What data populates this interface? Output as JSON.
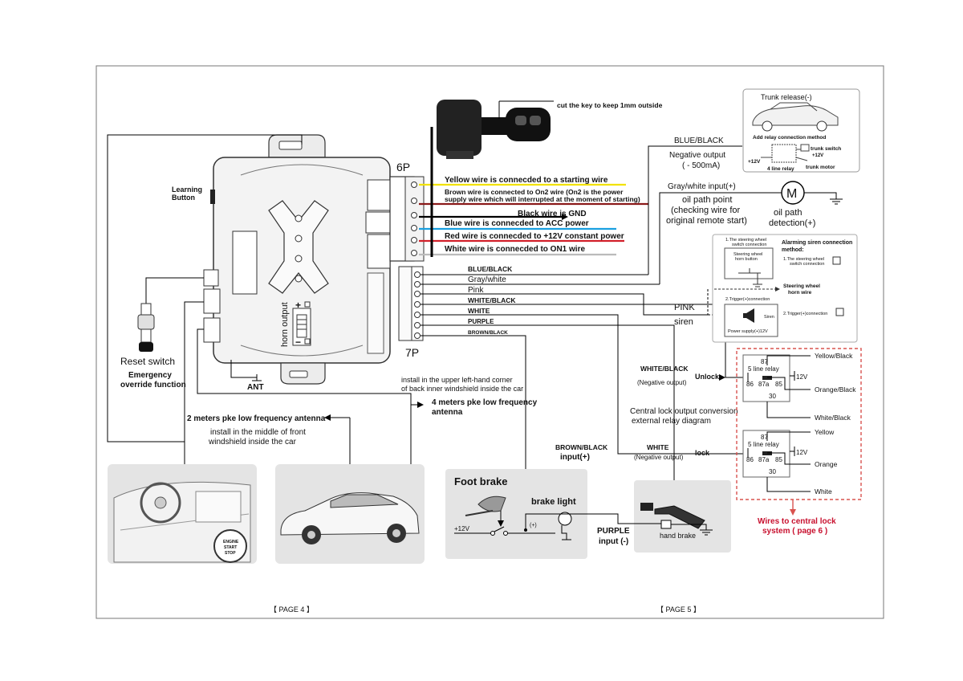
{
  "colors": {
    "yellow": "#f2e200",
    "brown": "#8b1a1a",
    "black": "#000000",
    "blue": "#1aa0e0",
    "red": "#d2202a",
    "white_wire": "#bbbbbb",
    "dashed_box": "#d9534f",
    "red_text": "#c8102e",
    "panel_bg": "#e4e4e4"
  },
  "top": {
    "key_note": "cut the key  to keep 1mm outside"
  },
  "main_unit": {
    "learning_button": [
      "Learning",
      "Button"
    ],
    "horn_output": "horn output",
    "plus": "+",
    "minus": "−",
    "ant": "ANT"
  },
  "reset": {
    "label": "Reset switch",
    "emergency": [
      "Emergency",
      "override function"
    ]
  },
  "connector_6p": {
    "label": "6P",
    "wires": [
      {
        "text": "Yellow wire is connecded to a starting wire",
        "bold": true
      },
      {
        "text": "Brown wire is connected to On2 wire (On2 is the power",
        "text2": "supply wire which will interrupted at the moment of starting)",
        "bold": true
      },
      {
        "text": "Black wire is GND",
        "bold": true
      },
      {
        "text": "Blue wire is connecded to ACC power",
        "bold": true
      },
      {
        "text": "Red wire is connecded to +12V constant power",
        "bold": true
      },
      {
        "text": "White wire is connecded to ON1 wire",
        "bold": true
      }
    ]
  },
  "connector_7p": {
    "label": "7P",
    "wires": [
      "BLUE/BLACK",
      "Gray/white",
      "Pink",
      "WHITE/BLACK",
      "WHITE",
      "PURPLE",
      "BROWN/BLACK"
    ]
  },
  "trunk": {
    "title": "Trunk release(-)",
    "relay_method": "Add relay connection method",
    "switch": "trunk switch",
    "plus12": "+12V",
    "v12": "+12V",
    "relay4": "4 line relay",
    "motor": "trunk motor"
  },
  "blue_black_out": {
    "wire": "BLUE/BLACK",
    "label": "Negative output",
    "spec": "( - 500mA)"
  },
  "oil": {
    "wire": "Gray/white  input(+)",
    "point": [
      "oil path point",
      "(checking wire for",
      "original remote start)"
    ],
    "detect": [
      "oil path",
      "detection(+)"
    ],
    "motor": "M"
  },
  "siren": {
    "pink": "PINK",
    "label": "siren",
    "method_title": [
      "Alarming siren connection",
      "method:"
    ],
    "opt1": [
      "1.The steering wheel",
      "switch connection"
    ],
    "sw_label": [
      "1.The steering wheel",
      "switch connection"
    ],
    "horn_button": [
      "Steering wheel",
      "horn button"
    ],
    "horn_wire": [
      "Steering wheel",
      "horn wire"
    ],
    "opt2": "2.Trigger(+)connection",
    "trig": "2.Trigger(+)connection",
    "siren_word": "Siren",
    "power": "Power supply(+)12V"
  },
  "central_lock": {
    "unlock_wire": "WHITE/BLACK",
    "unlock_neg": "(Negative output)",
    "unlock": "Unlock",
    "lock_wire": "WHITE",
    "lock_neg": "(Negative output)",
    "lock": "lock",
    "conv": [
      "Central lock output conversion",
      "external relay diagram"
    ],
    "relay_label": "5 line relay",
    "pins": [
      "87",
      "86",
      "87a",
      "85",
      "30"
    ],
    "v12": "12V",
    "r1": [
      "Yellow/Black",
      "Orange/Black",
      "White/Black"
    ],
    "r2": [
      "Yellow",
      "Orange",
      "White"
    ],
    "note": [
      "Wires to central lock",
      "system ( page 6 )"
    ]
  },
  "antenna": {
    "install_upper": [
      "install in the  upper left-hand corner",
      "of back inner windshield inside the car"
    ],
    "four_m": [
      "4 meters pke low frequency",
      "antenna"
    ],
    "two_m": "2 meters pke low frequency antenna",
    "install_front": [
      "install in the  middle of front",
      "windshield inside the car"
    ]
  },
  "brake": {
    "wire": "BROWN/BLACK",
    "input": "input(+)",
    "foot": "Foot brake",
    "light": "brake light",
    "v12": "+12V",
    "plus": "(+)",
    "purple": "PURPLE",
    "purple_input": "input (-)",
    "hand": "hand brake"
  },
  "start_button": [
    "ENGINE",
    "START",
    "STOP"
  ],
  "pages": {
    "left": "【 PAGE 4 】",
    "right": "【 PAGE 5 】"
  }
}
